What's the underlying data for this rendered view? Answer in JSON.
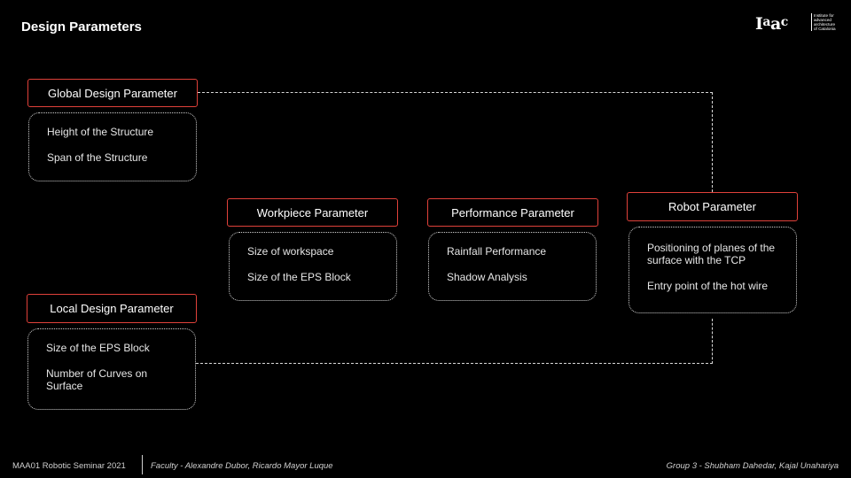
{
  "slide": {
    "title": "Design Parameters"
  },
  "logo": {
    "mark": "Iaac",
    "text_lines": [
      "Institute for",
      "advanced",
      "architecture",
      "of Catalonia"
    ]
  },
  "groups": {
    "global": {
      "header": "Global Design Parameter",
      "items": [
        "Height of the Structure",
        "Span of the Structure"
      ]
    },
    "workpiece": {
      "header": "Workpiece Parameter",
      "items": [
        "Size of workspace",
        "Size of the EPS Block"
      ]
    },
    "performance": {
      "header": "Performance Parameter",
      "items": [
        "Rainfall Performance",
        "Shadow Analysis"
      ]
    },
    "robot": {
      "header": "Robot Parameter",
      "items": [
        "Positioning of  planes of the surface with the TCP",
        "Entry point of the hot wire"
      ]
    },
    "local": {
      "header": "Local Design Parameter",
      "items": [
        "Size of the EPS Block",
        "Number of Curves on Surface"
      ]
    }
  },
  "footer": {
    "course": "MAA01 Robotic Seminar 2021",
    "faculty": "Faculty - Alexandre Dubor, Ricardo Mayor Luque",
    "group": "Group 3 - Shubham Dahedar, Kajal Unahariya"
  },
  "colors": {
    "background": "#000000",
    "accent_border": "#e0413a",
    "text": "#ffffff"
  }
}
